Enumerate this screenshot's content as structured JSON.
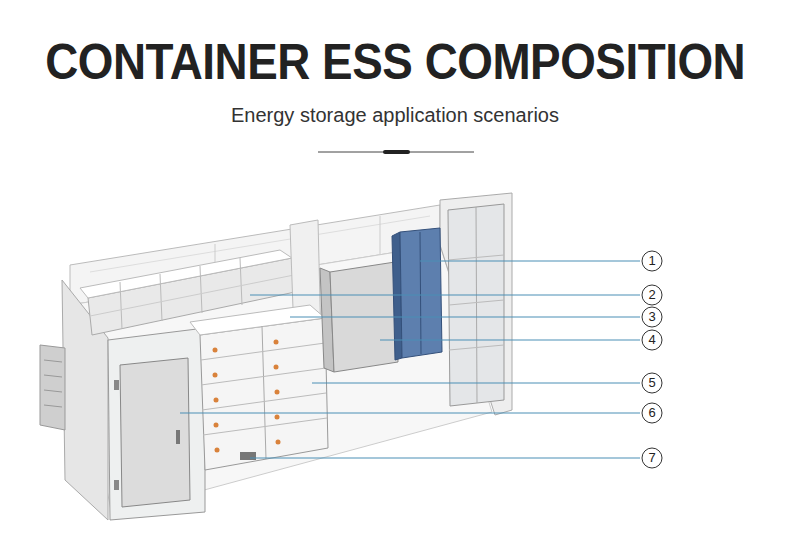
{
  "diagram": {
    "title": "CONTAINER ESS COMPOSITION",
    "labels": [
      "Energy storage application scenarios",
      "1",
      "2",
      "3",
      "4",
      "5",
      "6",
      "7"
    ]
  }
}
